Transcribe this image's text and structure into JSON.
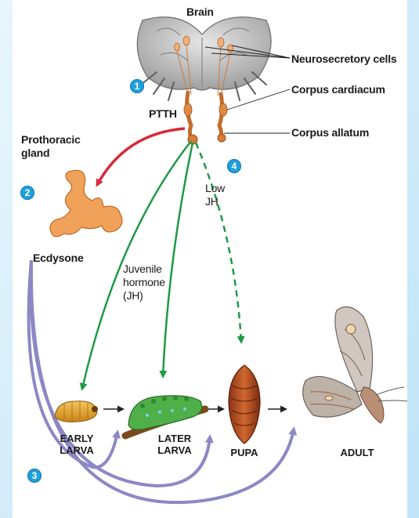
{
  "labels": {
    "brain": "Brain",
    "neurosecretory": "Neurosecretory cells",
    "corpus_cardiacum": "Corpus cardiacum",
    "corpus_allatum": "Corpus allatum",
    "ptth": "PTTH",
    "prothoracic_1": "Prothoracic",
    "prothoracic_2": "gland",
    "ecdysone": "Ecdysone",
    "jh_1": "Juvenile",
    "jh_2": "hormone",
    "jh_3": "(JH)",
    "low_jh_1": "Low",
    "low_jh_2": "JH"
  },
  "steps": [
    "1",
    "2",
    "3",
    "4"
  ],
  "stages": {
    "early_larva": [
      "EARLY",
      "LARVA"
    ],
    "later_larva": [
      "LATER",
      "LARVA"
    ],
    "pupa": "PUPA",
    "adult": "ADULT"
  },
  "colors": {
    "slide_bg": "#d3ecfa",
    "red_arrow": "#d62b3a",
    "green_arrow": "#1e9a45",
    "purple_arrow": "#8d88c4",
    "step_badge": "#1fa0dc",
    "gland": "#f0a15a",
    "brain": "#c9c9c9"
  }
}
